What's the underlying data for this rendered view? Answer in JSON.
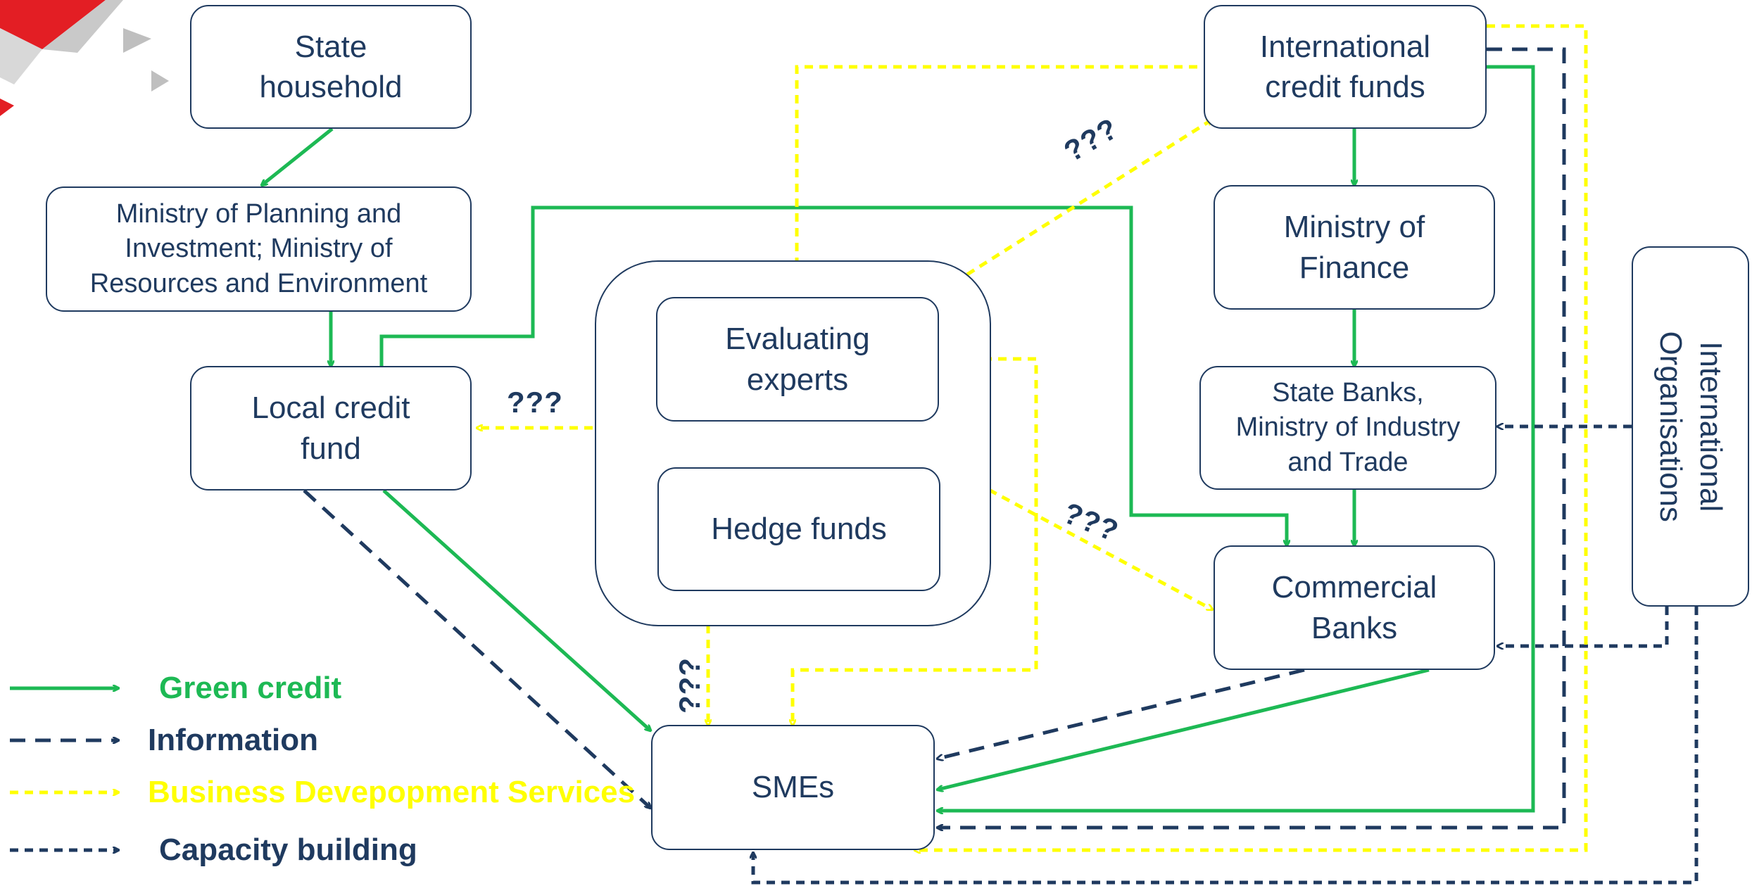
{
  "nodes": {
    "state_household": "State\nhousehold",
    "ministry_planning": "Ministry of Planning and\nInvestment; Ministry of\nResources and Environment",
    "local_credit_fund": "Local credit\nfund",
    "evaluating_experts": "Evaluating\nexperts",
    "hedge_funds": "Hedge funds",
    "international_credit_funds": "International\ncredit funds",
    "ministry_of_finance": "Ministry of\nFinance",
    "state_banks": "State Banks,\nMinistry of Industry\nand Trade",
    "commercial_banks": "Commercial\nBanks",
    "smes": "SMEs",
    "international_organisations": "International\nOrganisations"
  },
  "unknown_markers": [
    "???",
    "???",
    "???",
    "???"
  ],
  "legend": [
    {
      "label": "Green credit",
      "color": "#1db954",
      "style": "solid"
    },
    {
      "label": "Information",
      "color": "#1f3a5f",
      "style": "long-dash"
    },
    {
      "label": "Business Devepopment Services",
      "color": "#ffff00",
      "style": "short-dash"
    },
    {
      "label": "Capacity building",
      "color": "#1f3a5f",
      "style": "short-dash"
    }
  ],
  "colors": {
    "green_credit": "#1db954",
    "information": "#1f3a5f",
    "business_services": "#ffff00",
    "node_border": "#1f3a5f",
    "corner_accent": "#e31e24"
  }
}
